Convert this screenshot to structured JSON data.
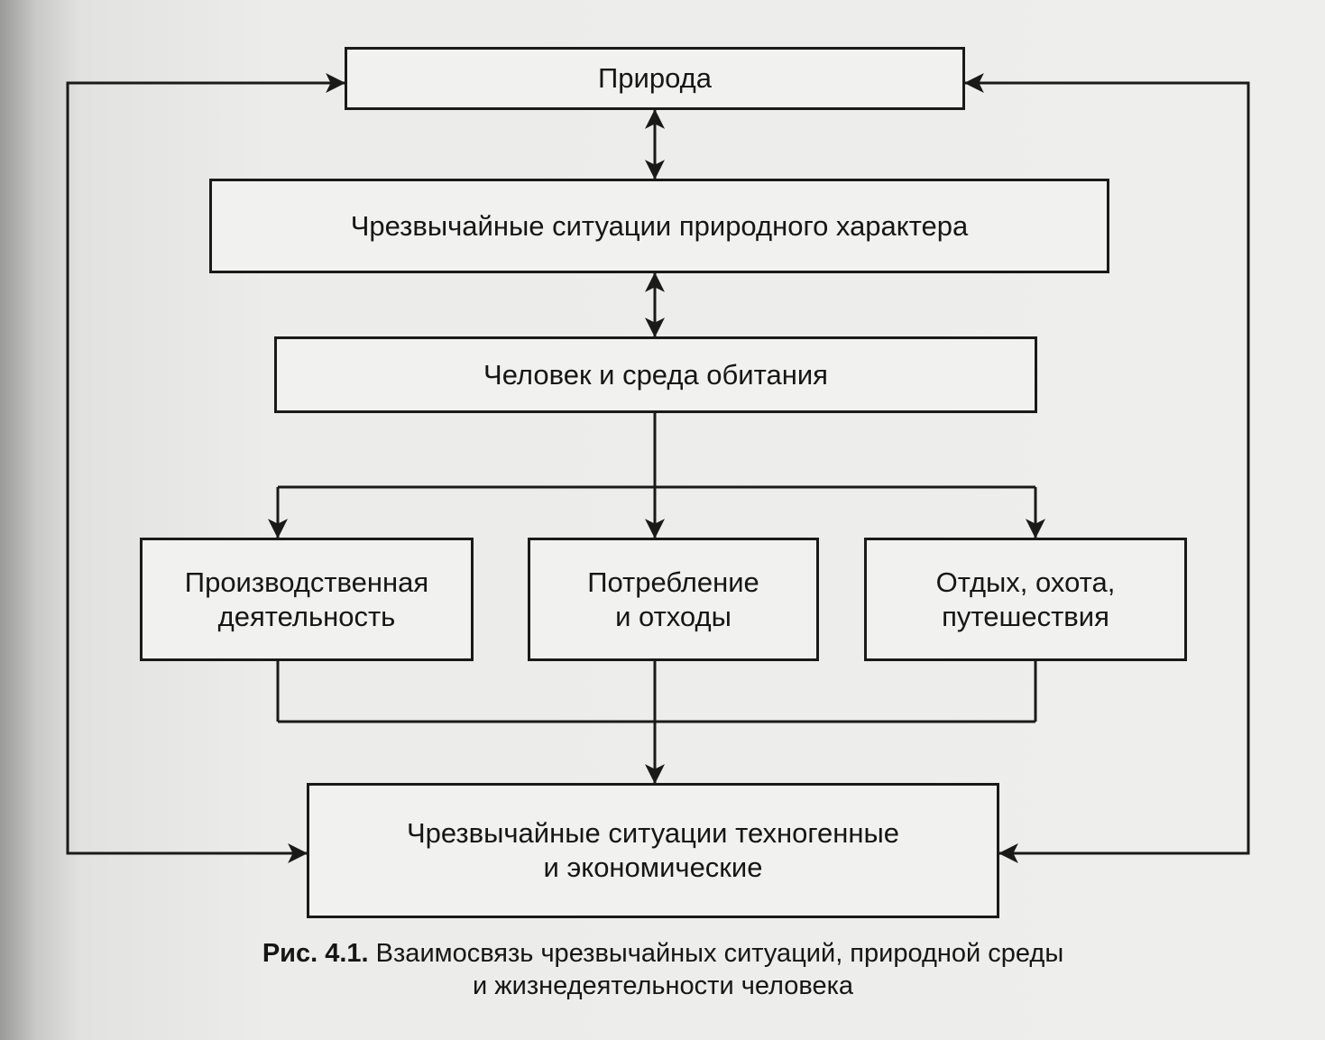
{
  "boxes": {
    "nature": "Природа",
    "natural_emergencies": "Чрезвычайные ситуации природного характера",
    "human_environment": "Человек и среда обитания",
    "production": [
      "Производственная",
      "деятельность"
    ],
    "consumption": [
      "Потребление",
      "и отходы"
    ],
    "recreation": [
      "Отдых, охота,",
      "путешествия"
    ],
    "technogenic": [
      "Чрезвычайные ситуации техногенные",
      "и экономические"
    ]
  },
  "caption": {
    "label": "Рис. 4.1.",
    "text_line1": "Взаимосвязь чрезвычайных ситуаций, природной среды",
    "text_line2": "и жизнедеятельности человека"
  },
  "colors": {
    "line": "#1a1a1a",
    "box_fill": "#f1f1ef",
    "paper": "#eeeeec"
  }
}
